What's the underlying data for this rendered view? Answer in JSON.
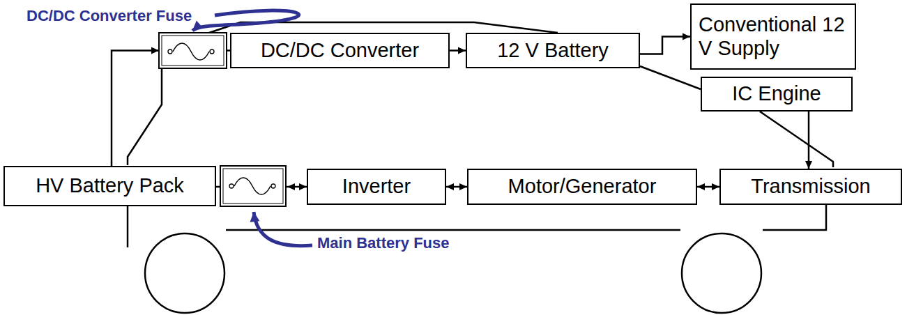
{
  "diagram": {
    "nodes": [
      {
        "text": [
          "DC/DC Converter"
        ]
      },
      {
        "text": [
          "12 V Battery"
        ]
      },
      {
        "text": [
          "Conventional 12 V Supply"
        ]
      },
      {
        "text": [
          "IC Engine"
        ]
      },
      {
        "text": [
          "HV Battery Pack"
        ]
      },
      {
        "text": [
          "Inverter"
        ]
      },
      {
        "text": [
          "Motor/Generator"
        ]
      },
      {
        "text": [
          "Transmission"
        ]
      }
    ],
    "edges": [
      {
        "from": 4,
        "to": 0,
        "arrow": "to"
      },
      {
        "from": 0,
        "to": 1,
        "arrow": "to"
      },
      {
        "from": 1,
        "to": 2,
        "arrow": "to"
      },
      {
        "from": 3,
        "to": 7,
        "arrow": "to"
      },
      {
        "from": 4,
        "to": 5,
        "arrow": "both"
      },
      {
        "from": 5,
        "to": 6,
        "arrow": "both"
      },
      {
        "from": 6,
        "to": 7,
        "arrow": "both"
      }
    ],
    "labels": [
      "DC/DC Converter Fuse",
      "Main Battery Fuse"
    ]
  }
}
